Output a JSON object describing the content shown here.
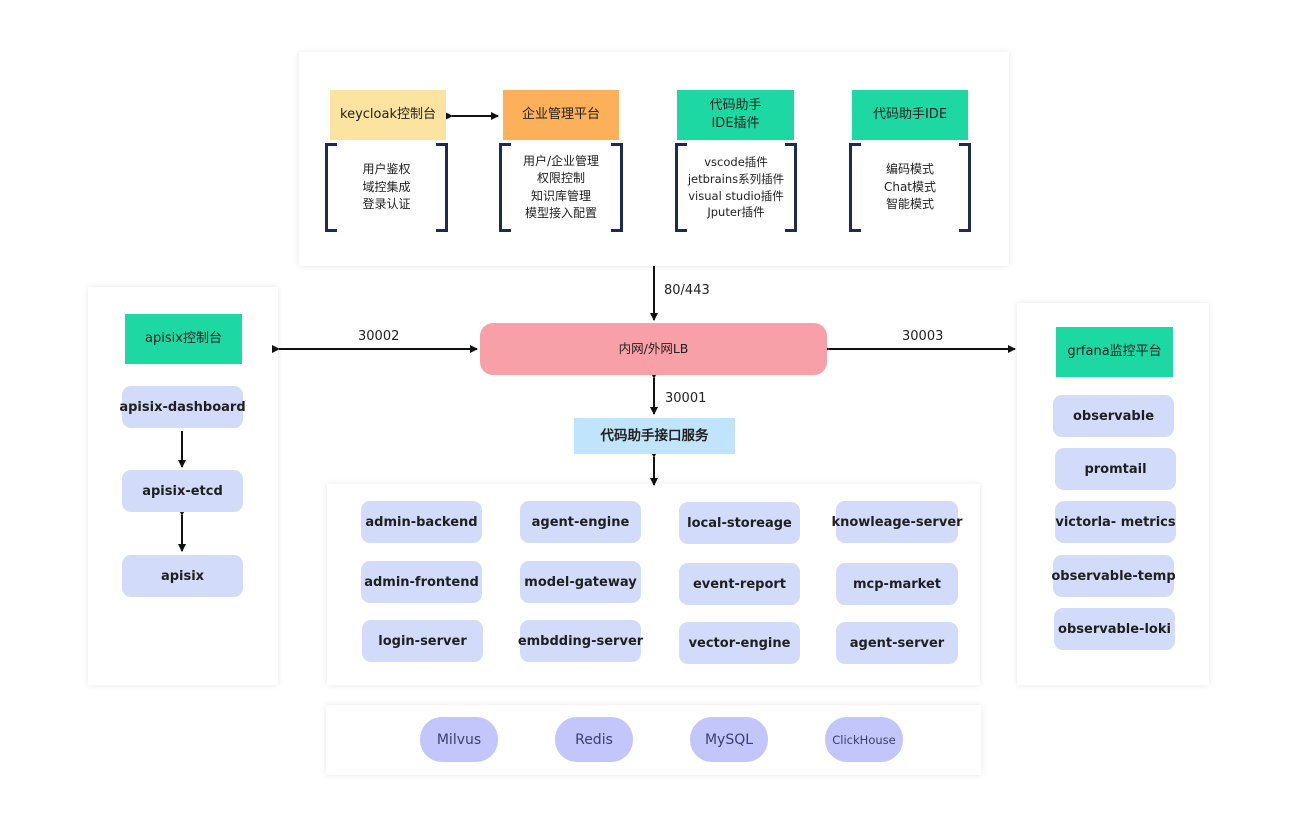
{
  "top": {
    "keycloak": {
      "title": "keycloak控制台",
      "items": [
        "用户鉴权",
        "域控集成",
        "登录认证"
      ]
    },
    "enterprise": {
      "title": "企业管理平台",
      "items": [
        "用户/企业管理",
        "权限控制",
        "知识库管理",
        "模型接入配置"
      ]
    },
    "ide_plugin": {
      "title_line1": "代码助手",
      "title_line2": "IDE插件",
      "items": [
        "vscode插件",
        "jetbrains系列插件",
        "visual studio插件",
        "Jputer插件"
      ]
    },
    "ide": {
      "title": "代码助手IDE",
      "items": [
        "编码模式",
        "Chat模式",
        "智能模式"
      ]
    }
  },
  "edges": {
    "port_80_443": "80/443",
    "port_30002": "30002",
    "port_30003": "30003",
    "port_30001": "30001"
  },
  "lb": "内网/外网LB",
  "api_service": "代码助手接口服务",
  "apisix": {
    "title": "apisix控制台",
    "items": [
      "apisix-dashboard",
      "apisix-etcd",
      "apisix"
    ]
  },
  "grafana": {
    "title": "grfana监控平台",
    "items": [
      "observable",
      "promtail",
      "victorla- metrics",
      "observable-temp",
      "observable-loki"
    ]
  },
  "services": [
    [
      "admin-backend",
      "agent-engine",
      "local-storeage",
      "knowleage-server"
    ],
    [
      "admin-frontend",
      "model-gateway",
      "event-report",
      "mcp-market"
    ],
    [
      "login-server",
      "embdding-server",
      "vector-engine",
      "agent-server"
    ]
  ],
  "storage": [
    "Milvus",
    "Redis",
    "MySQL",
    "ClickHouse"
  ],
  "colors": {
    "keycloak": "#fde3a0",
    "enterprise": "#fcb05a",
    "green": "#1ed8a3",
    "lb": "#f8a0a8",
    "api": "#bfe4fb",
    "pill": "#d2dcfa",
    "store": "#c2c6fa",
    "bracket": "#1e2a55"
  }
}
